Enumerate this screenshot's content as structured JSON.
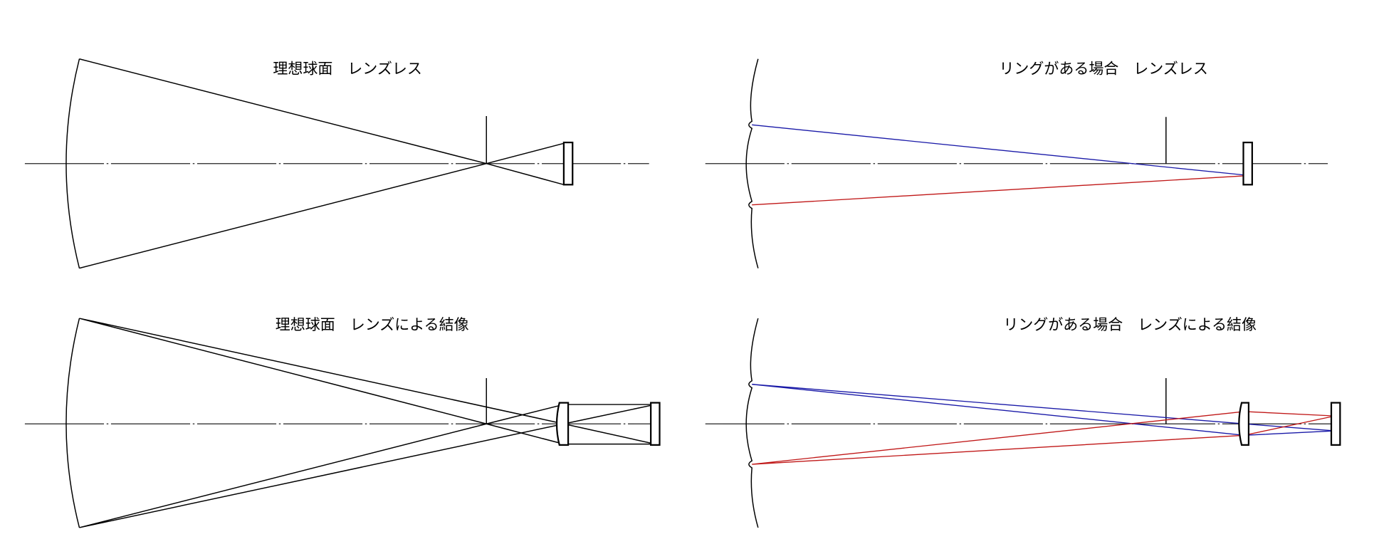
{
  "panels": [
    {
      "title": "理想球面　レンズレス"
    },
    {
      "title": "リングがある場合　レンズレス"
    },
    {
      "title": "理想球面　レンズによる結像"
    },
    {
      "title": "リングがある場合　レンズによる結像"
    }
  ],
  "colors": {
    "ray_upper": "#1a1aa8",
    "ray_lower": "#c01818",
    "line": "#000000"
  }
}
